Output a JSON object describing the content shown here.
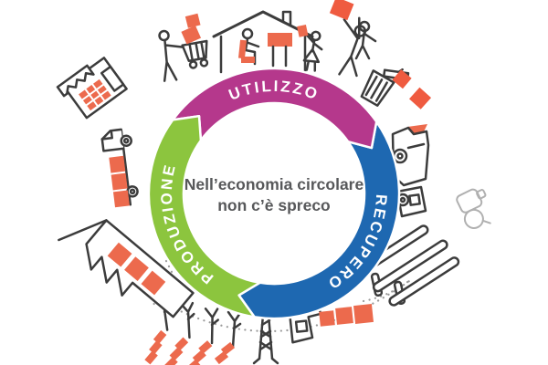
{
  "diagram": {
    "title": "Nell’economia circolare non c’è spreco",
    "center": {
      "line1": "Nell’economia circolare",
      "line2": "non c’è spreco"
    }
  },
  "segments": [
    {
      "label": "UTILIZZO",
      "color": "#b5388c"
    },
    {
      "label": "RECUPERO",
      "color": "#1e68b1"
    },
    {
      "label": "PRODUZIONE",
      "color": "#8cc53e"
    }
  ],
  "colors": {
    "accent": "#ec6a4d",
    "accent_strong": "#ef5b40",
    "line_art": "#3c3c3c",
    "faint_art": "#b0b0b0",
    "dotted": "#9b9b9b",
    "center_text": "#57585a",
    "label_text": "#ffffff",
    "background": "#ffffff"
  },
  "icons": [
    "store-icon",
    "shopper-cart-icon",
    "house-icon",
    "child-icon",
    "person-raising-box-icon",
    "trash-bin-icon",
    "waste-diamonds",
    "garbage-truck-icon",
    "bottles-icon",
    "conveyor-icon",
    "loader-icon",
    "sorted-bins",
    "drill-rig-icon",
    "sapling-icon",
    "factory-icon",
    "cargo-truck-icon",
    "dotted-ground-path"
  ]
}
